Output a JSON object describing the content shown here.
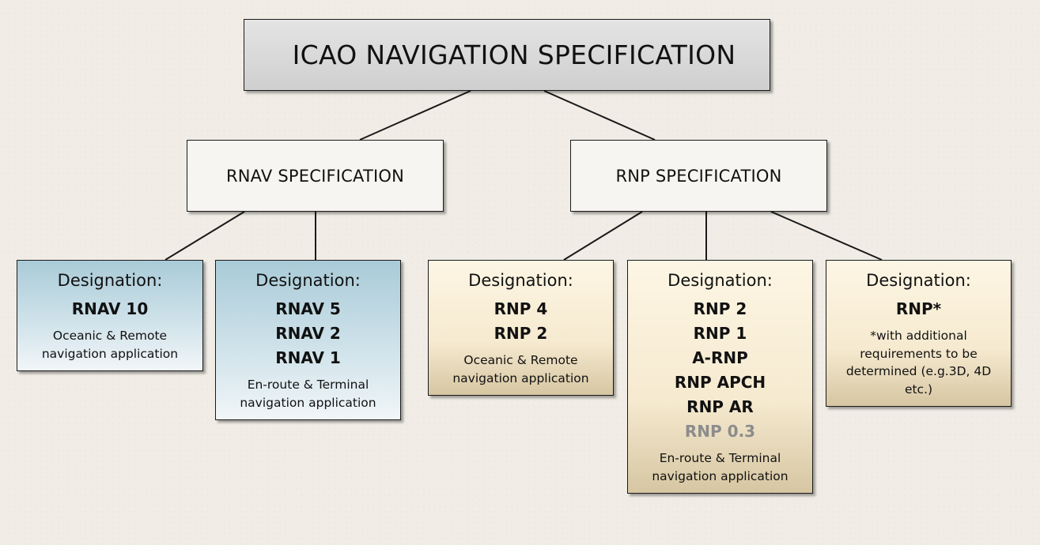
{
  "root": {
    "title": "ICAO NAVIGATION SPECIFICATION"
  },
  "specs": {
    "rnav": {
      "title": "RNAV SPECIFICATION"
    },
    "rnp": {
      "title": "RNP SPECIFICATION"
    }
  },
  "designations": [
    {
      "heading": "Designation:",
      "codes": [
        "RNAV 10"
      ],
      "note": "Oceanic & Remote navigation application",
      "parent": "rnav",
      "color": "#cfe2ea"
    },
    {
      "heading": "Designation:",
      "codes": [
        "RNAV 5",
        "RNAV 2",
        "RNAV 1"
      ],
      "note": "En-route & Terminal navigation application",
      "parent": "rnav",
      "color": "#cfe2ea"
    },
    {
      "heading": "Designation:",
      "codes": [
        "RNP 4",
        "RNP 2"
      ],
      "note": "Oceanic & Remote navigation application",
      "parent": "rnp",
      "color": "#f6ead0"
    },
    {
      "heading": "Designation:",
      "codes": [
        "RNP 2",
        "RNP 1",
        "A-RNP",
        "RNP APCH",
        "RNP AR",
        "RNP 0.3"
      ],
      "muted_code": "RNP 0.3",
      "note": "En-route & Terminal navigation application",
      "parent": "rnp",
      "color": "#f6ead0"
    },
    {
      "heading": "Designation:",
      "codes": [
        "RNP*"
      ],
      "note": "*with additional requirements to be determined (e.g.3D, 4D etc.)",
      "parent": "rnp",
      "color": "#f6ead0"
    }
  ],
  "colors": {
    "line": "#1a1a1a",
    "muted_text": "#8c8c8c",
    "blue_fill": "#cfe2ea",
    "tan_fill": "#f6ead0",
    "root_fill": "#d9d9d9"
  }
}
